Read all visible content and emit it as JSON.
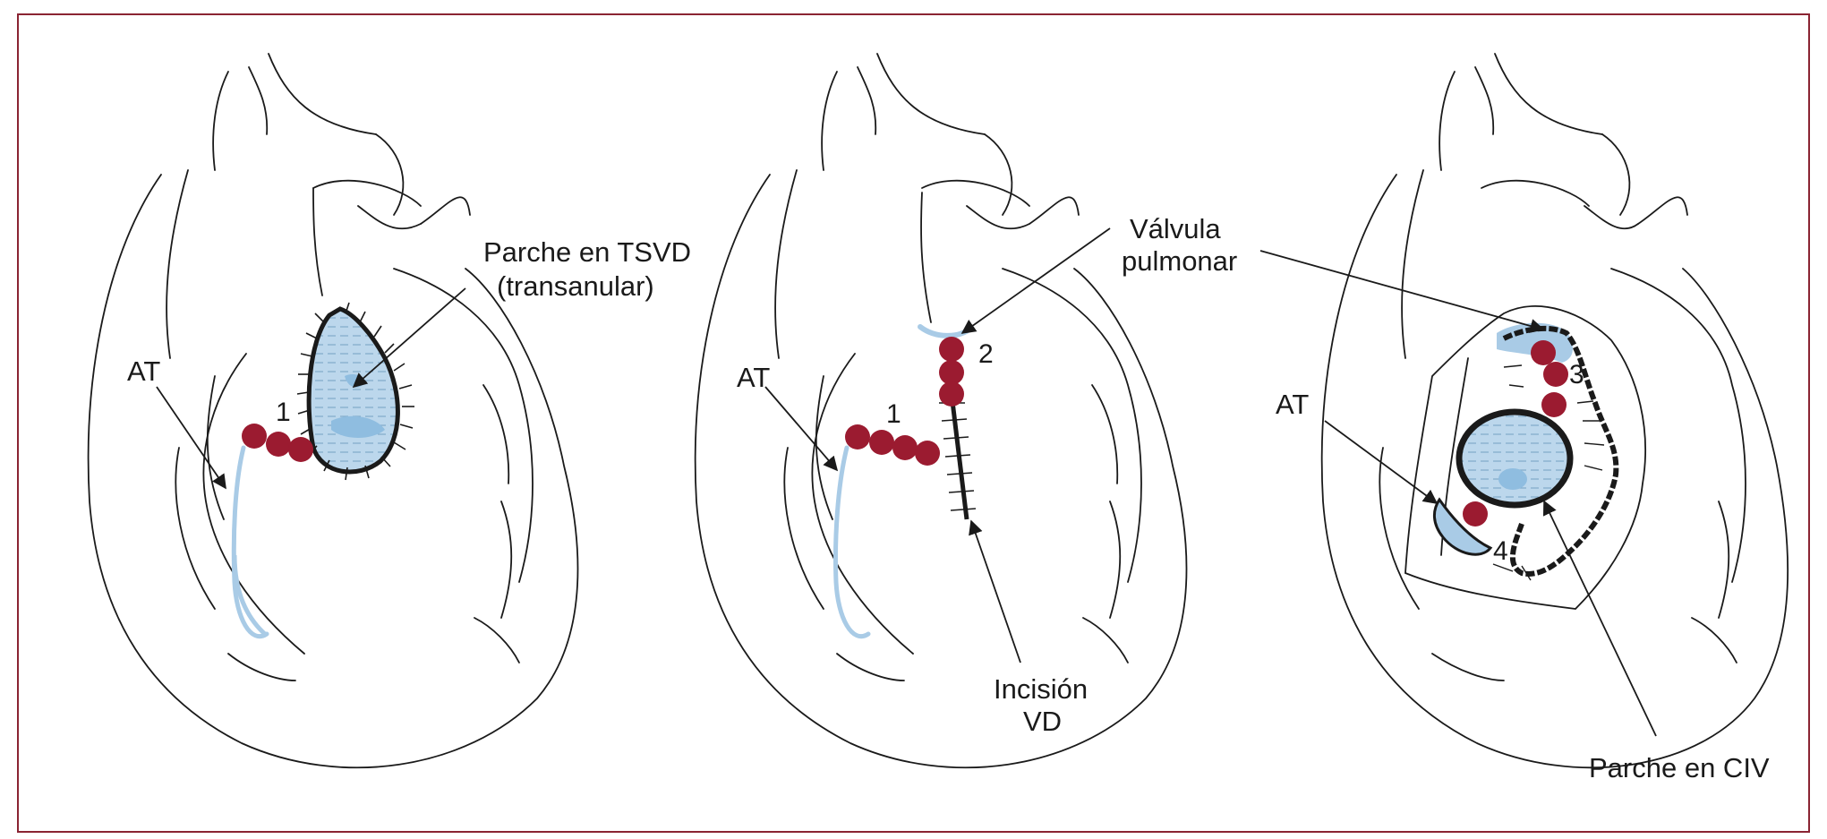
{
  "colors": {
    "frame": "#8a2433",
    "outline": "#1a1a1a",
    "vessel_blue": "#a9cbe6",
    "suture_red": "#9b1b30"
  },
  "panels": [
    {
      "labels": {
        "at": "AT",
        "patch_line1": "Parche en TSVD",
        "patch_line2": "(transanular)",
        "step": "1"
      }
    },
    {
      "labels": {
        "at": "AT",
        "step1": "1",
        "step2": "2",
        "valve_line1": "Válvula",
        "valve_line2": "pulmonar",
        "incision_line1": "Incisión",
        "incision_line2": "VD"
      }
    },
    {
      "labels": {
        "at": "AT",
        "step3": "3",
        "step4": "4",
        "vsd_patch": "Parche en CIV"
      }
    }
  ],
  "icons": [
    "heart-outline-icon",
    "suture-dot-icon",
    "arrow-icon"
  ]
}
